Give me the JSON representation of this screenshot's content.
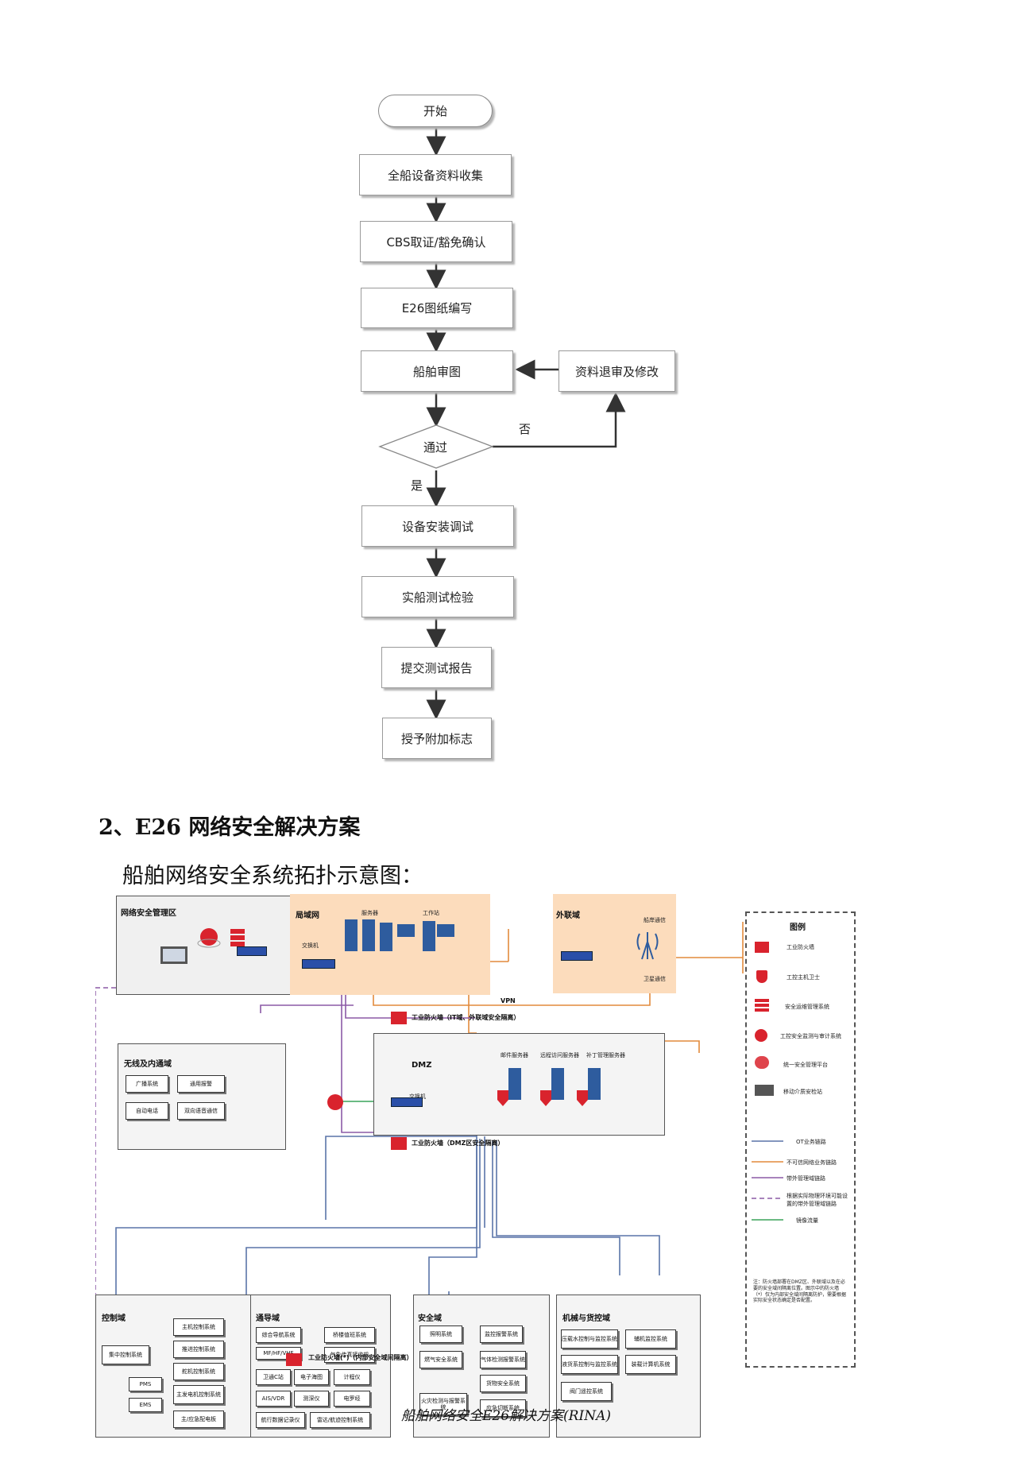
{
  "flowchart": {
    "start": "开始",
    "steps": [
      "全船设备资料收集",
      "CBS取证/豁免确认",
      "E26图纸编写",
      "船舶审图",
      "设备安装调试",
      "实船测试检验",
      "提交测试报告",
      "授予附加标志"
    ],
    "decision": "通过",
    "side_box": "资料退审及修改",
    "no_label": "否",
    "yes_label": "是"
  },
  "section": {
    "heading": "2、E26 网络安全解决方案",
    "subheading": "船舶网络安全系统拓扑示意图："
  },
  "topology": {
    "mgmt_zone": "网络安全管理区",
    "lan_zone": "局域网",
    "lan_server": "服务器",
    "lan_workstation": "工作站",
    "lan_switch": "交换机",
    "ext_zone": "外联域",
    "ext_satellite": "船岸通信",
    "ext_sat2": "卫星通信",
    "vpn": "VPN",
    "fw1": "工业防火墙（IT域、外联域安全隔离）",
    "dmz": "DMZ",
    "dmz_mail": "邮件服务器",
    "dmz_remote": "远程访问服务器",
    "dmz_patch": "补丁管理服务器",
    "dmz_switch": "交换机",
    "fw2": "工业防火墙（DMZ区安全隔离）",
    "wireless_zone": "无线及内通域",
    "wireless_items": [
      "广播系统",
      "通用报警",
      "自动电话",
      "双向语音通信"
    ],
    "control_zone": "控制域",
    "control_central": "集中控制系统",
    "control_pms": "PMS",
    "control_ems": "EMS",
    "control_items": [
      "主机控制系统",
      "推进控制系统",
      "舵机控制系统",
      "主发电机控制系统",
      "主/应急配电板"
    ],
    "nav_zone": "通导域",
    "nav_items": [
      "综合导航系统",
      "桥楼值班系统",
      "MF/HF/VHF",
      "气象传真接收机",
      "卫通C站",
      "电子海图",
      "计程仪",
      "AIS/VDR",
      "测深仪",
      "电罗经",
      "航行数据记录仪",
      "雷达/航迹控制系统"
    ],
    "safety_zone": "安全域",
    "safety_items": [
      "照明系统",
      "监控报警系统",
      "燃气安全系统",
      "气体检测报警系统",
      "货物安全系统",
      "火灾检测与报警系统",
      "应急切断系统"
    ],
    "mech_zone": "机械与货控域",
    "mech_items": [
      "压载水控制与监控系统",
      "辅机监控系统",
      "液货系控制与监控系统",
      "装载计算机系统",
      "阀门遥控系统"
    ],
    "fw3": "工业防火墙(*)（内部安全域间隔离）",
    "legend_title": "图例",
    "legend_items": [
      "工业防火墙",
      "工控主机卫士",
      "安全运维管理系统",
      "工控安全监测与审计系统",
      "统一安全管理平台",
      "移动介质安检站",
      "OT业务链路",
      "不可信网络业务链路",
      "带外管理域链路",
      "根据实际物理环境可能设置的带外管理域链路",
      "镜像流量"
    ],
    "legend_note": "注：防火墙部署在DMZ区、外联域以及在必要的安全域间隔离位置。图示中的防火墙（*）仅为内部安全域间隔离防护，需要根据实际安全状态确定是否配置。"
  },
  "footer": "船舶网络安全E26解决方案(RINA)",
  "colors": {
    "ot_link": "#5a74a8",
    "untrusted_link": "#e28a3c",
    "oob_link": "#8b5aa6",
    "mirror_link": "#3aa35a",
    "firewall": "#d9232d"
  }
}
